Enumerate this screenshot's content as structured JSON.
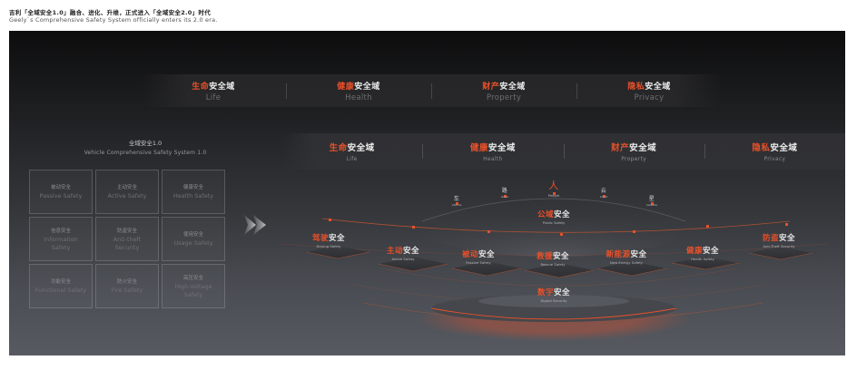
{
  "header": {
    "title_cn": "吉利「全域安全1.0」融合、进化、升维，正式进入「全域安全2.0」时代",
    "subtitle_en": "Geely`s Comprehensive Safety System officially enters its 2.0 era."
  },
  "top_domains": [
    {
      "hi": "生命",
      "rest": "安全域",
      "en": "Life"
    },
    {
      "hi": "健康",
      "rest": "安全域",
      "en": "Health"
    },
    {
      "hi": "财产",
      "rest": "安全域",
      "en": "Property"
    },
    {
      "hi": "隐私",
      "rest": "安全域",
      "en": "Privacy"
    }
  ],
  "v1": {
    "title_cn": "全域安全1.0",
    "title_en": "Vehicle Comprehensive Safety System 1.0",
    "cards": [
      {
        "cn": "被动安全",
        "en": "Passive Safety"
      },
      {
        "cn": "主动安全",
        "en": "Active Safety"
      },
      {
        "cn": "健康安全",
        "en": "Health Safety"
      },
      {
        "cn": "信息安全",
        "en": "Information Safety"
      },
      {
        "cn": "防盗安全",
        "en": "Anti-theft Security"
      },
      {
        "cn": "使用安全",
        "en": "Usage Safety"
      },
      {
        "cn": "功能安全",
        "en": "Functional Safety"
      },
      {
        "cn": "防火安全",
        "en": "Fire Safety"
      },
      {
        "cn": "高压安全",
        "en": "High-Voltage Safety"
      }
    ]
  },
  "v2_domains": [
    {
      "hi": "生命",
      "rest": "安全域",
      "en": "Life"
    },
    {
      "hi": "健康",
      "rest": "安全域",
      "en": "Health"
    },
    {
      "hi": "财产",
      "rest": "安全域",
      "en": "Property"
    },
    {
      "hi": "隐私",
      "rest": "安全域",
      "en": "Privacy"
    }
  ],
  "ecosystem": {
    "people": {
      "cn": "人",
      "en": "People"
    },
    "vehicle": {
      "cn": "车",
      "en": "Vehicle"
    },
    "road": {
      "cn": "路",
      "en": "Road"
    },
    "cloud": {
      "cn": "云",
      "en": "Cloud"
    },
    "satellite": {
      "cn": "星",
      "en": "Satellite"
    },
    "public": {
      "hi": "公域",
      "rest": "安全",
      "en": "Public Safety"
    }
  },
  "ring_nodes": [
    {
      "hi": "驾驶",
      "rest": "安全",
      "en": "Driving Safety"
    },
    {
      "hi": "主动",
      "rest": "安全",
      "en": "Active Safety"
    },
    {
      "hi": "被动",
      "rest": "安全",
      "en": "Passive Safety"
    },
    {
      "hi": "救援",
      "rest": "安全",
      "en": "Rescue Safety"
    },
    {
      "hi": "新能源",
      "rest": "安全",
      "en": "New Energy Safety"
    },
    {
      "hi": "健康",
      "rest": "安全",
      "en": "Health Safety"
    },
    {
      "hi": "防盗",
      "rest": "安全",
      "en": "Anti-Theft Security"
    }
  ],
  "digital": {
    "hi": "数字",
    "rest": "安全",
    "en": "Digital Security"
  },
  "colors": {
    "accent": "#e8502a",
    "panel_top": "#0d0d0e",
    "panel_bottom": "#575a61"
  }
}
